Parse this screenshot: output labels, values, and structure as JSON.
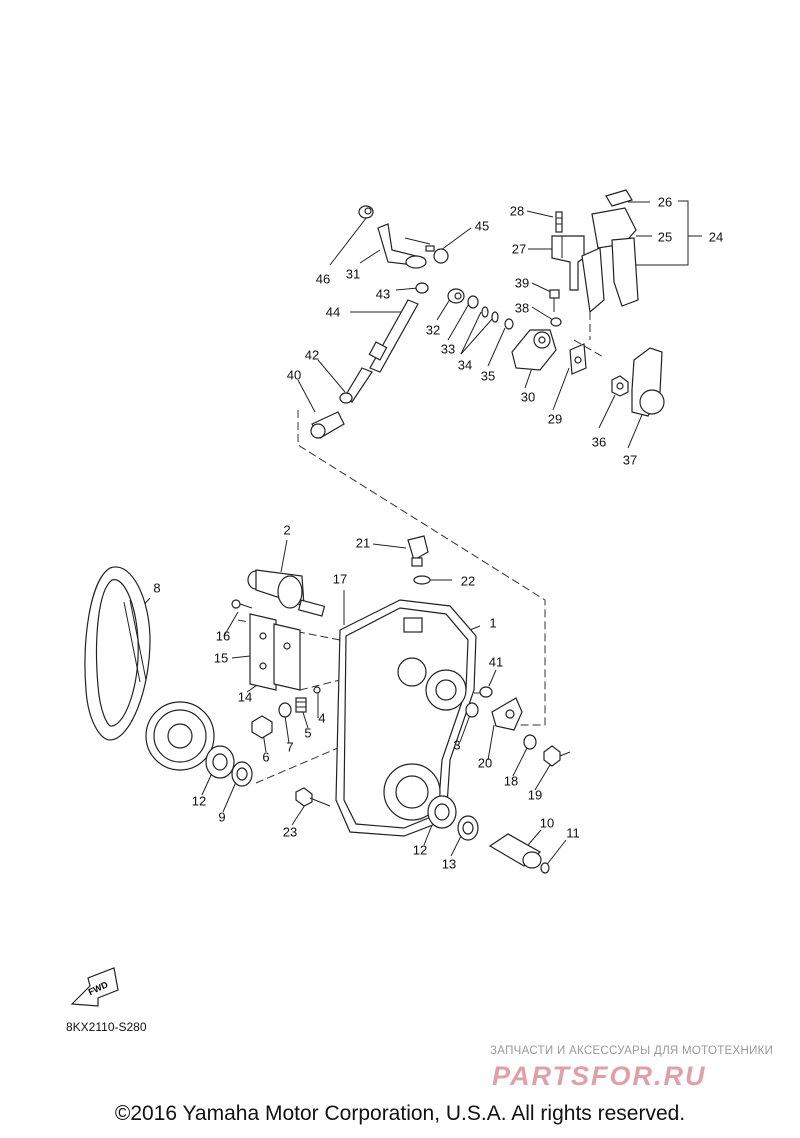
{
  "diagram_code": "8KX2110-S280",
  "fwd_label": "FWD",
  "watermark": {
    "caption": "ЗАПЧАСТИ И АКСЕССУАРЫ ДЛЯ МОТОТЕХНИКИ",
    "logo_text": "PARTSFOR.RU",
    "logo_color": "#e0a0a8"
  },
  "copyright": "©2016 Yamaha Motor Corporation, U.S.A. All rights reserved.",
  "callouts": [
    {
      "id": "1",
      "text": "1"
    },
    {
      "id": "2",
      "text": "2"
    },
    {
      "id": "3",
      "text": "3"
    },
    {
      "id": "4",
      "text": "4"
    },
    {
      "id": "5",
      "text": "5"
    },
    {
      "id": "6",
      "text": "6"
    },
    {
      "id": "7",
      "text": "7"
    },
    {
      "id": "8",
      "text": "8"
    },
    {
      "id": "9",
      "text": "9"
    },
    {
      "id": "10",
      "text": "10"
    },
    {
      "id": "11",
      "text": "11"
    },
    {
      "id": "12a",
      "text": "12"
    },
    {
      "id": "12b",
      "text": "12"
    },
    {
      "id": "13",
      "text": "13"
    },
    {
      "id": "14",
      "text": "14"
    },
    {
      "id": "15",
      "text": "15"
    },
    {
      "id": "16",
      "text": "16"
    },
    {
      "id": "17",
      "text": "17"
    },
    {
      "id": "18",
      "text": "18"
    },
    {
      "id": "19",
      "text": "19"
    },
    {
      "id": "20",
      "text": "20"
    },
    {
      "id": "21",
      "text": "21"
    },
    {
      "id": "22",
      "text": "22"
    },
    {
      "id": "23",
      "text": "23"
    },
    {
      "id": "24",
      "text": "24"
    },
    {
      "id": "25",
      "text": "25"
    },
    {
      "id": "26",
      "text": "26"
    },
    {
      "id": "27",
      "text": "27"
    },
    {
      "id": "28",
      "text": "28"
    },
    {
      "id": "29",
      "text": "29"
    },
    {
      "id": "30",
      "text": "30"
    },
    {
      "id": "31",
      "text": "31"
    },
    {
      "id": "32",
      "text": "32"
    },
    {
      "id": "33",
      "text": "33"
    },
    {
      "id": "34",
      "text": "34"
    },
    {
      "id": "35",
      "text": "35"
    },
    {
      "id": "36",
      "text": "36"
    },
    {
      "id": "37",
      "text": "37"
    },
    {
      "id": "38",
      "text": "38"
    },
    {
      "id": "39",
      "text": "39"
    },
    {
      "id": "40",
      "text": "40"
    },
    {
      "id": "41",
      "text": "41"
    },
    {
      "id": "42",
      "text": "42"
    },
    {
      "id": "43",
      "text": "43"
    },
    {
      "id": "44",
      "text": "44"
    },
    {
      "id": "45",
      "text": "45"
    },
    {
      "id": "46",
      "text": "46"
    }
  ]
}
